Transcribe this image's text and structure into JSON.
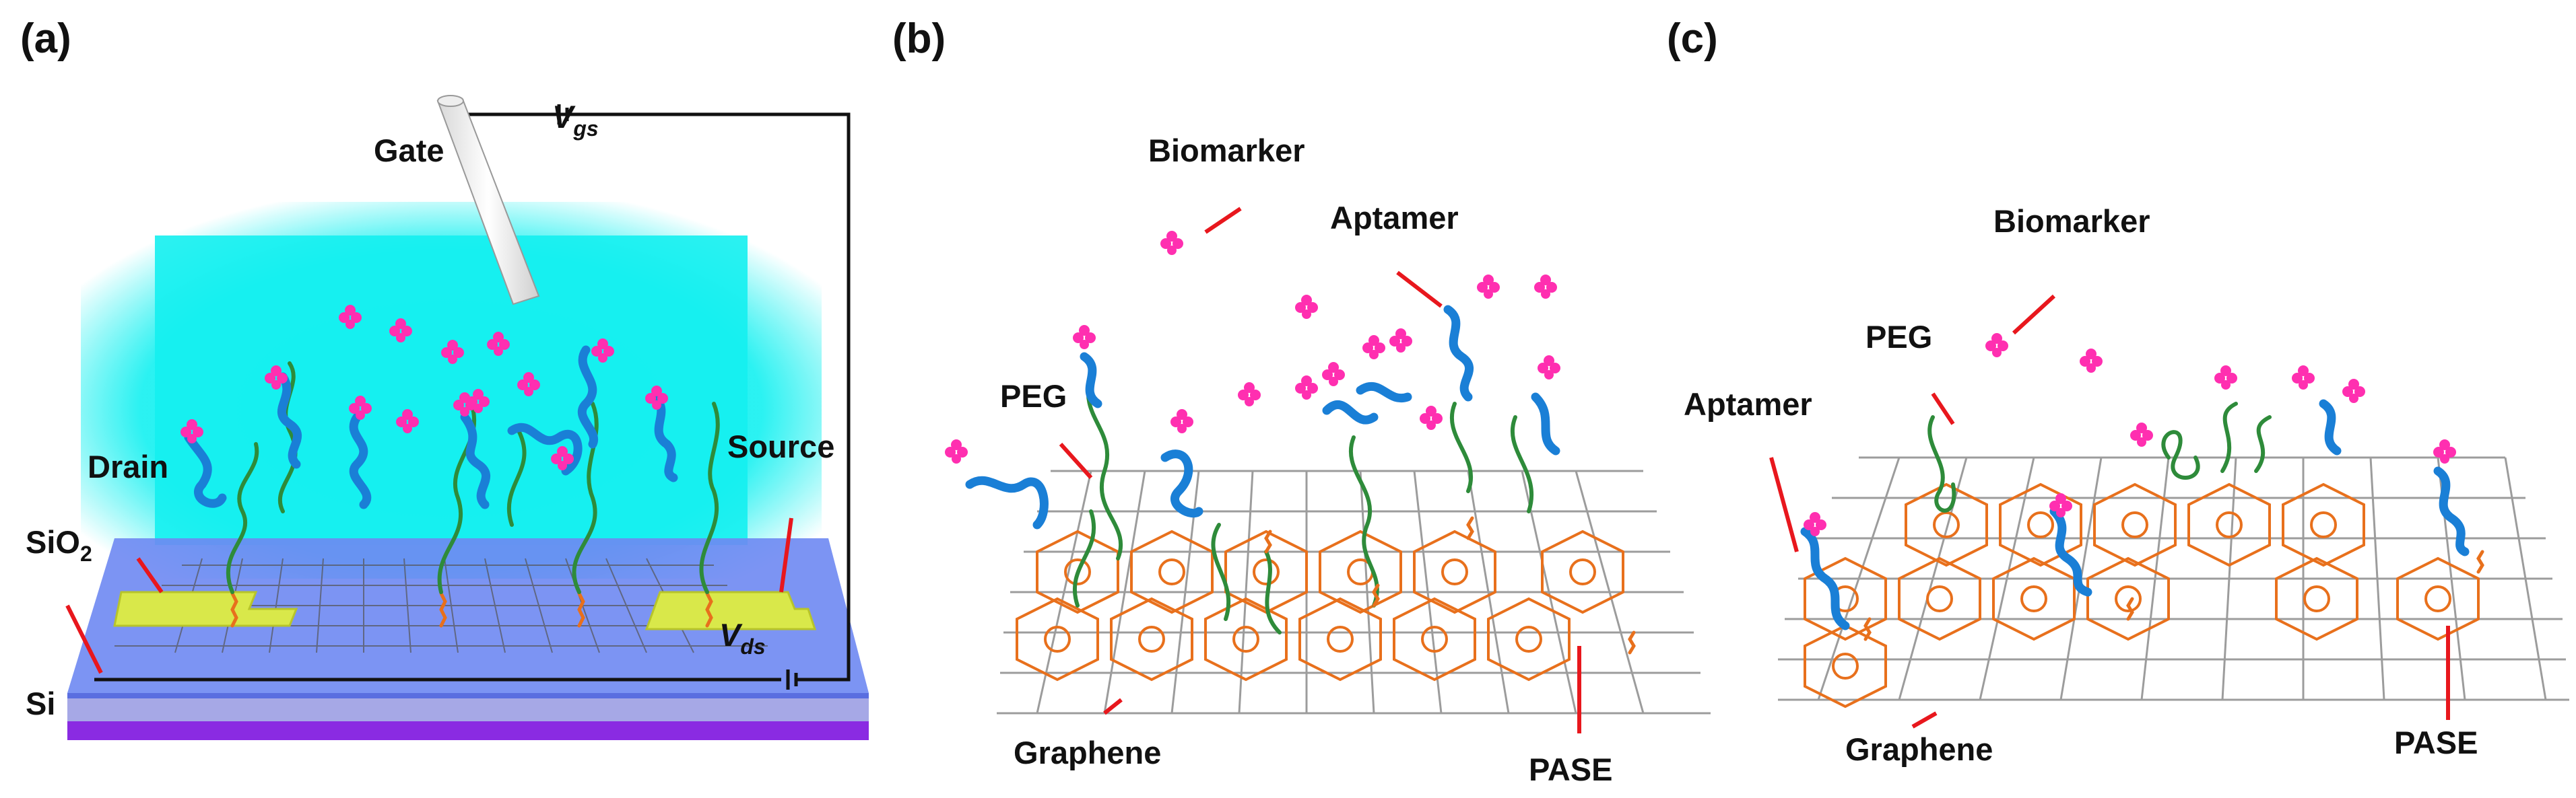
{
  "panels": {
    "a": {
      "letter": "(a)",
      "gate": "Gate",
      "vgs_v": "V",
      "vgs_sub": "gs",
      "drain": "Drain",
      "source": "Source",
      "sio2_main": "SiO",
      "sio2_sub": "2",
      "si": "Si",
      "vds_v": "V",
      "vds_sub": "ds"
    },
    "b": {
      "letter": "(b)",
      "biomarker": "Biomarker",
      "aptamer": "Aptamer",
      "peg": "PEG",
      "graphene": "Graphene",
      "pase": "PASE"
    },
    "c": {
      "letter": "(c)",
      "biomarker": "Biomarker",
      "peg": "PEG",
      "aptamer": "Aptamer",
      "graphene": "Graphene",
      "pase": "PASE"
    }
  },
  "colors": {
    "solution": "#14f0f0",
    "sio2": "#6e88f2",
    "si_top": "#a6a8e6",
    "si_bottom": "#8a2be2",
    "aptamer": "#1a7fd6",
    "peg": "#2e8b3a",
    "linker": "#e8701c",
    "biomarker": "#ff2fb0",
    "pointer": "#e8171d",
    "electrode": "#d9e84a",
    "pase_ring": "#e8701c",
    "graphene": "#9c9c9c"
  },
  "icons": {
    "biomarker": "biomarker-molecule-icon",
    "aptamer": "aptamer-strand-icon",
    "peg": "peg-chain-icon"
  }
}
